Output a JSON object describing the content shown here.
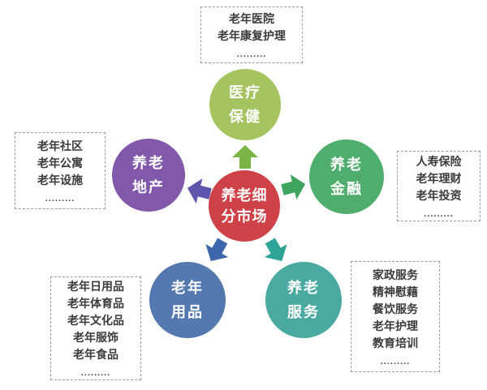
{
  "diagram": {
    "center": {
      "line1": "养老细",
      "line2": "分市场",
      "color": "#ce4146"
    },
    "nodes": [
      {
        "name": "医疗保健",
        "line1": "医疗",
        "line2": "保健",
        "color": "#a5c35e"
      },
      {
        "name": "养老金融",
        "line1": "养老",
        "line2": "金融",
        "color": "#4fae6d"
      },
      {
        "name": "养老地产",
        "line1": "养老",
        "line2": "地产",
        "color": "#8158aa"
      },
      {
        "name": "老年用品",
        "line1": "老年",
        "line2": "用品",
        "color": "#5478b0"
      },
      {
        "name": "养老服务",
        "line1": "养老",
        "line2": "服务",
        "color": "#4aaaa2"
      }
    ],
    "boxes": [
      {
        "for": "医疗保健",
        "items": [
          "老年医院",
          "老年康复护理",
          "........."
        ]
      },
      {
        "for": "养老金融",
        "items": [
          "人寿保险",
          "老年理财",
          "老年投资",
          "........."
        ]
      },
      {
        "for": "养老地产",
        "items": [
          "老年社区",
          "老年公寓",
          "老年设施",
          "........."
        ]
      },
      {
        "for": "老年用品",
        "items": [
          "老年日用品",
          "老年体育品",
          "老年文化品",
          "老年服饰",
          "老年食品",
          "........."
        ]
      },
      {
        "for": "养老服务",
        "items": [
          "家政服务",
          "精神慰藉",
          "餐饮服务",
          "老年护理",
          "教育培训",
          "........."
        ]
      }
    ],
    "arrows": [
      {
        "direction": "up",
        "color": "#79b545"
      },
      {
        "direction": "upper-right",
        "color": "#3ea55e"
      },
      {
        "direction": "upper-left",
        "color": "#5e55ad"
      },
      {
        "direction": "lower-left",
        "color": "#3e66ad"
      },
      {
        "direction": "lower-right",
        "color": "#2fa59a"
      }
    ]
  }
}
